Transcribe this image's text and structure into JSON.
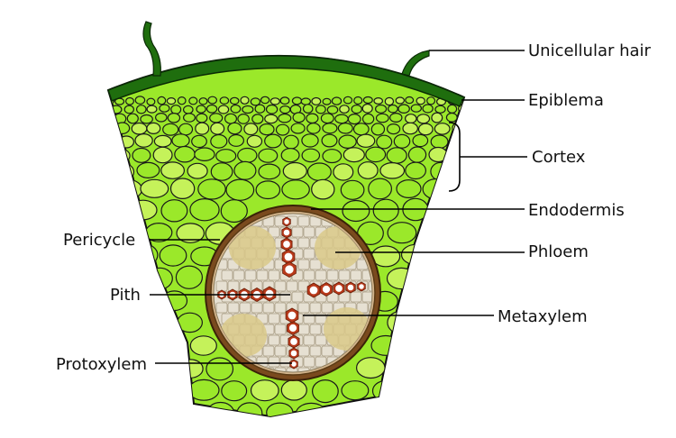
{
  "labels": {
    "unicellular_hair": "Unicellular hair",
    "epiblema": "Epiblema",
    "cortex": "Cortex",
    "endodermis": "Endodermis",
    "phloem": "Phloem",
    "metaxylem": "Metaxylem",
    "pericycle": "Pericycle",
    "pith": "Pith",
    "protoxylem": "Protoxylem"
  },
  "colors": {
    "epidermis": "#1f6e0e",
    "cortex_cell": "#9be82a",
    "cortex_cell_light": "#c5f25a",
    "cell_outline": "#1a1a1a",
    "endodermis": "#7a4a1e",
    "pericycle": "#d2b48c",
    "stele": "#e6e0d2",
    "phloem": "#d9c98a",
    "xylem": "#b8391a"
  }
}
